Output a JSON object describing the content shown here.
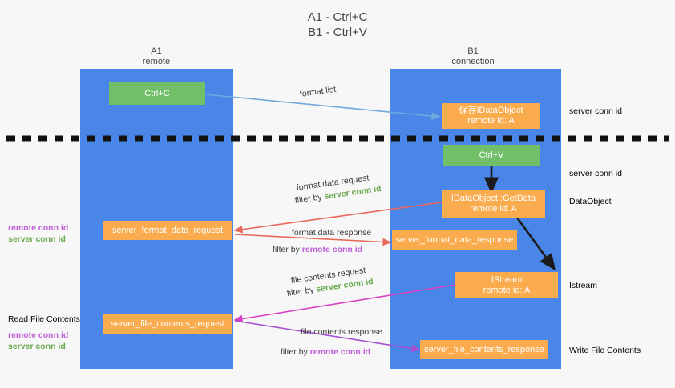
{
  "title": {
    "line1": "A1 - Ctrl+C",
    "line2": "B1 - Ctrl+V"
  },
  "lanes": [
    {
      "name": "A1",
      "sub": "remote"
    },
    {
      "name": "B1",
      "sub": "connection"
    }
  ],
  "boxes": {
    "ctrl_c": {
      "label": "Ctrl+C"
    },
    "ctrl_v": {
      "label": "Ctrl+V"
    },
    "save_idataobject": {
      "line1": "保存IDataObject",
      "line2": "remote id: A"
    },
    "getdata": {
      "line1": "IDataObject::GetData",
      "line2": "remote id: A"
    },
    "istream": {
      "line1": "IStream",
      "line2": "remote id: A"
    },
    "format_data_request": {
      "label": "server_format_data_request"
    },
    "format_data_response": {
      "label": "server_format_data_response"
    },
    "file_contents_request": {
      "label": "server_file_contents_request"
    },
    "file_contents_response": {
      "label": "server_file_contents_response"
    }
  },
  "arrow_labels": {
    "format_list": "format list",
    "format_data_request": "format data request",
    "format_data_request_filter_prefix": "filter by ",
    "format_data_request_filter_value": "server conn id",
    "format_data_response": "format data response",
    "format_data_response_filter_prefix": "filter by ",
    "format_data_response_filter_value": "remote conn id",
    "file_contents_request": "file contents request",
    "file_contents_request_filter_prefix": "filter by ",
    "file_contents_request_filter_value": "server conn id",
    "file_contents_response": "file contents response",
    "file_contents_response_filter_prefix": "filter by ",
    "file_contents_response_filter_value": "remote conn id"
  },
  "right_annotations": [
    {
      "text": "server conn id",
      "color": "green"
    },
    {
      "text": "server conn id",
      "color": "green"
    },
    {
      "text": "DataObject",
      "color": "plain"
    },
    {
      "text": "Istream",
      "color": "plain"
    },
    {
      "text": "Write File Contents",
      "color": "plain"
    }
  ],
  "left_annotations": {
    "group1": {
      "remote": "remote conn id",
      "server": "server conn id"
    },
    "read_file_contents": "Read File Contents",
    "group2": {
      "remote": "remote conn id",
      "server": "server conn id"
    }
  },
  "colors": {
    "lane": "#4a86e8",
    "green_box": "#72bf6a",
    "orange_box": "#f9ab4e",
    "green_text": "#6aa84f",
    "magenta_text": "#c060d8",
    "red_arrow": "#e8685a",
    "blue_arrow": "#6fa8dc",
    "magenta_arrow": "#d93fc0",
    "purple_arrow": "#a64fd0",
    "black_arrow": "#1a1a1a"
  }
}
